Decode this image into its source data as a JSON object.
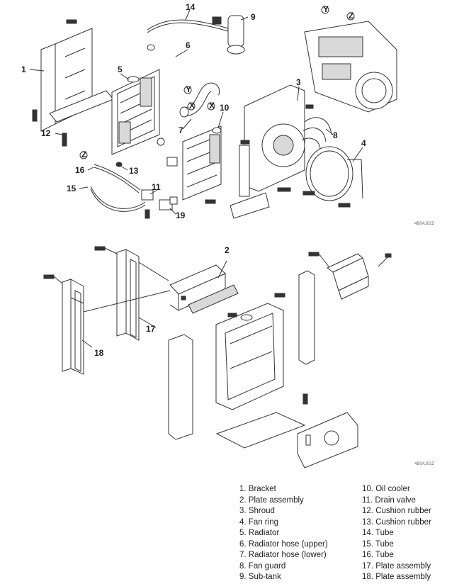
{
  "figure1": {
    "ref_code": "4B0AJ02Z",
    "callouts": [
      {
        "n": "1"
      },
      {
        "n": "3"
      },
      {
        "n": "4"
      },
      {
        "n": "5"
      },
      {
        "n": "6"
      },
      {
        "n": "7"
      },
      {
        "n": "8"
      },
      {
        "n": "9"
      },
      {
        "n": "10"
      },
      {
        "n": "11"
      },
      {
        "n": "12"
      },
      {
        "n": "13"
      },
      {
        "n": "14"
      },
      {
        "n": "15"
      },
      {
        "n": "16"
      },
      {
        "n": "19"
      }
    ],
    "connectors": [
      "X",
      "X",
      "Y",
      "Y",
      "Z",
      "Z"
    ]
  },
  "figure2": {
    "ref_code": "4B0AJ03Z",
    "callouts": [
      {
        "n": "2"
      },
      {
        "n": "17"
      },
      {
        "n": "18"
      }
    ]
  },
  "legend": [
    {
      "n": "1.",
      "label": "Bracket"
    },
    {
      "n": "2.",
      "label": "Plate assembly"
    },
    {
      "n": "3.",
      "label": "Shroud"
    },
    {
      "n": "4.",
      "label": "Fan ring"
    },
    {
      "n": "5.",
      "label": "Radiator"
    },
    {
      "n": "6.",
      "label": "Radiator hose (upper)"
    },
    {
      "n": "7.",
      "label": "Radiator hose (lower)"
    },
    {
      "n": "8.",
      "label": "Fan guard"
    },
    {
      "n": "9.",
      "label": "Sub-tank"
    },
    {
      "n": "10.",
      "label": "Oil cooler"
    },
    {
      "n": "11.",
      "label": "Drain valve"
    },
    {
      "n": "12.",
      "label": "Cushion rubber"
    },
    {
      "n": "13.",
      "label": "Cushion rubber"
    },
    {
      "n": "14.",
      "label": "Tube"
    },
    {
      "n": "15.",
      "label": "Tube"
    },
    {
      "n": "16.",
      "label": "Tube"
    },
    {
      "n": "17.",
      "label": "Plate assembly"
    },
    {
      "n": "18.",
      "label": "Plate assembly"
    }
  ]
}
